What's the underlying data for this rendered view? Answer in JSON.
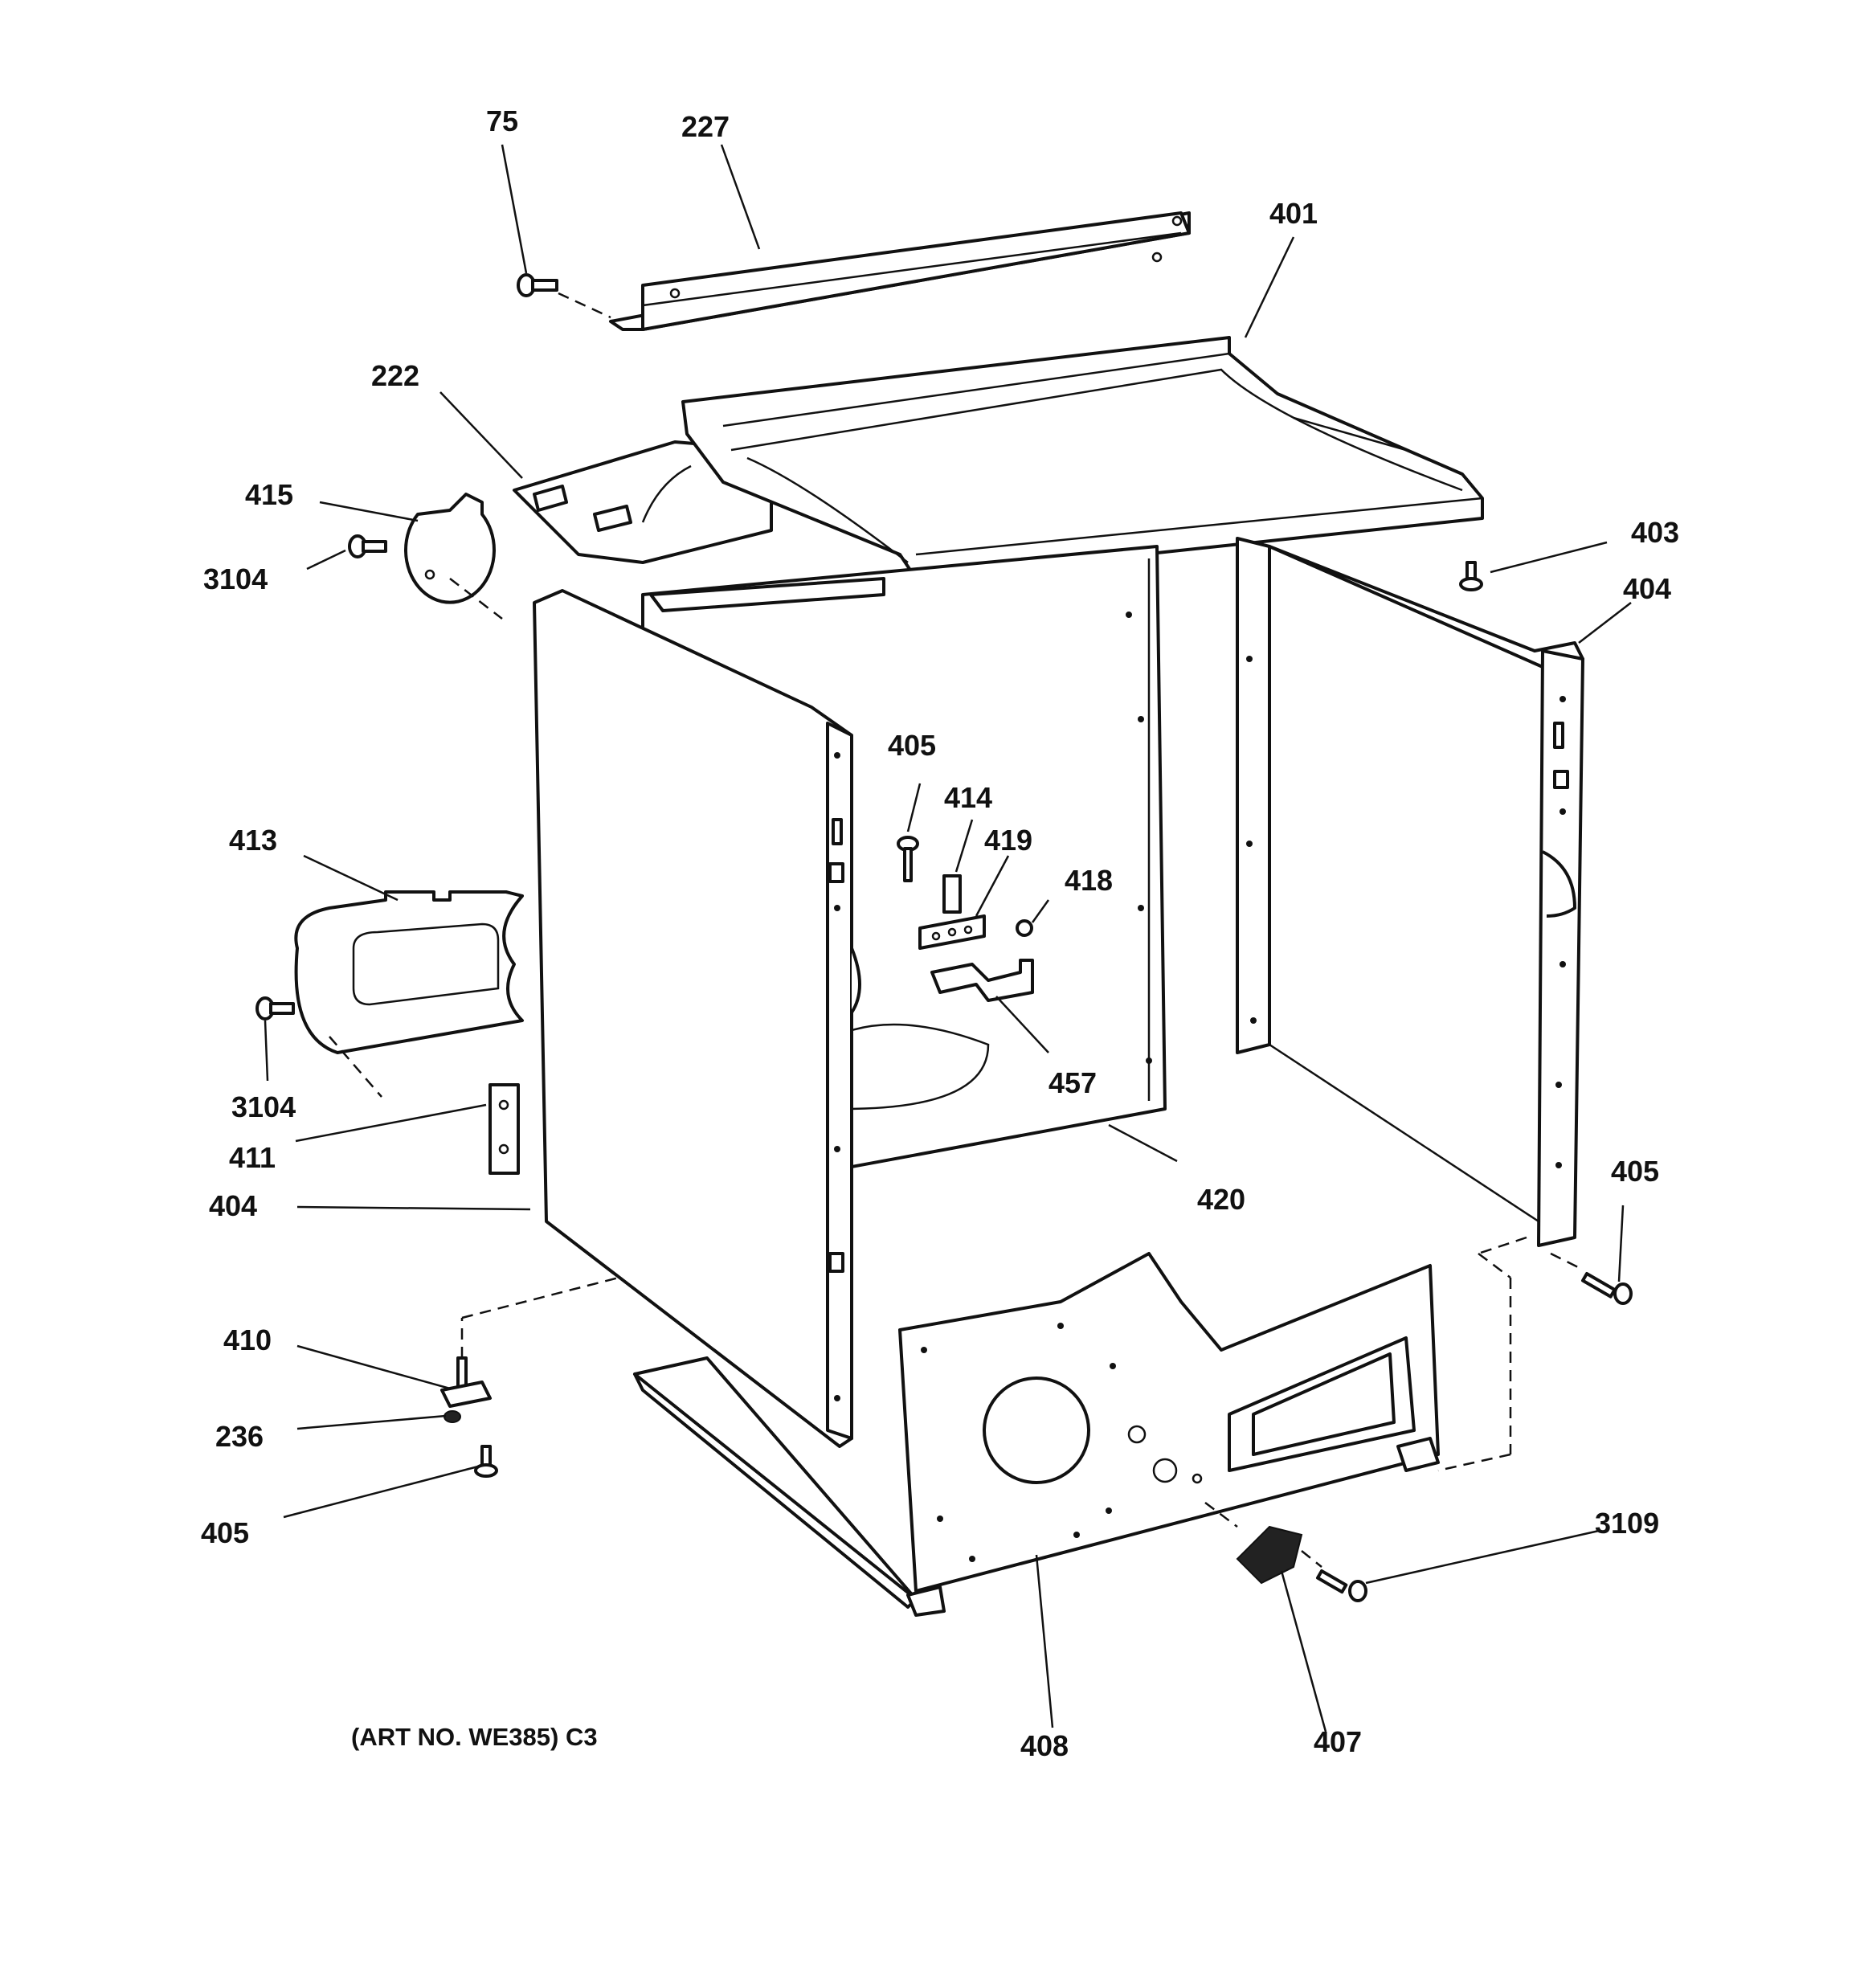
{
  "diagram": {
    "caption": "(ART NO. WE385) C3",
    "part_labels": {
      "p75": "75",
      "p227": "227",
      "p401": "401",
      "p222": "222",
      "p415": "415",
      "p3104_top": "3104",
      "p403": "403",
      "p404_right": "404",
      "p405_upper": "405",
      "p414": "414",
      "p419": "419",
      "p418": "418",
      "p413": "413",
      "p457": "457",
      "p3104_bottom": "3104",
      "p411": "411",
      "p420": "420",
      "p404_left": "404",
      "p405_right": "405",
      "p410": "410",
      "p236": "236",
      "p405_lower": "405",
      "p3109": "3109",
      "p408": "408",
      "p407": "407"
    }
  }
}
